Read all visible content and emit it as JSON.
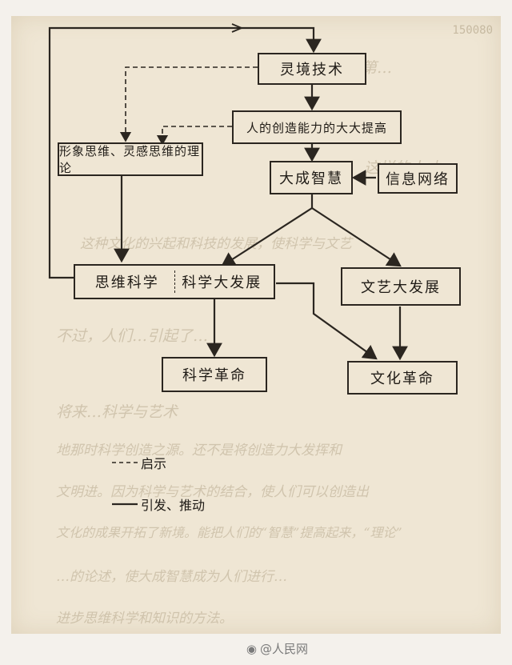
{
  "page_number": "150080",
  "nodes": {
    "lingjing": "灵境技术",
    "creativity": "人的创造能力的大大提高",
    "xingxiang": "形象思维、灵感思维的理论",
    "wisdom": "大成智慧",
    "network": "信息网络",
    "thinking_science": "思维科学",
    "science_dev": "科学大发展",
    "arts_dev": "文艺大发展",
    "sci_rev": "科学革命",
    "culture_rev": "文化革命"
  },
  "legend": {
    "dashed_label": "启示",
    "solid_label": "引发、推动"
  },
  "watermark": "@人民网",
  "background_text": [
    "果而为第…",
    "这样的人才…",
    "这种文化的兴起和科技的发展，使科学与文艺",
    "不过，人们…引起了…",
    "将来…科学与艺术",
    "地那时科学创造之源。还不是将创造力大发挥和",
    "文明进。因为科学与艺术的结合，使人们可以创造出",
    "文化的成果开拓了新境。能把人们的“智慧”提高起来，“理论”",
    "…的论述，使大成智慧成为人们进行…",
    "进步思维科学和知识的方法。"
  ]
}
